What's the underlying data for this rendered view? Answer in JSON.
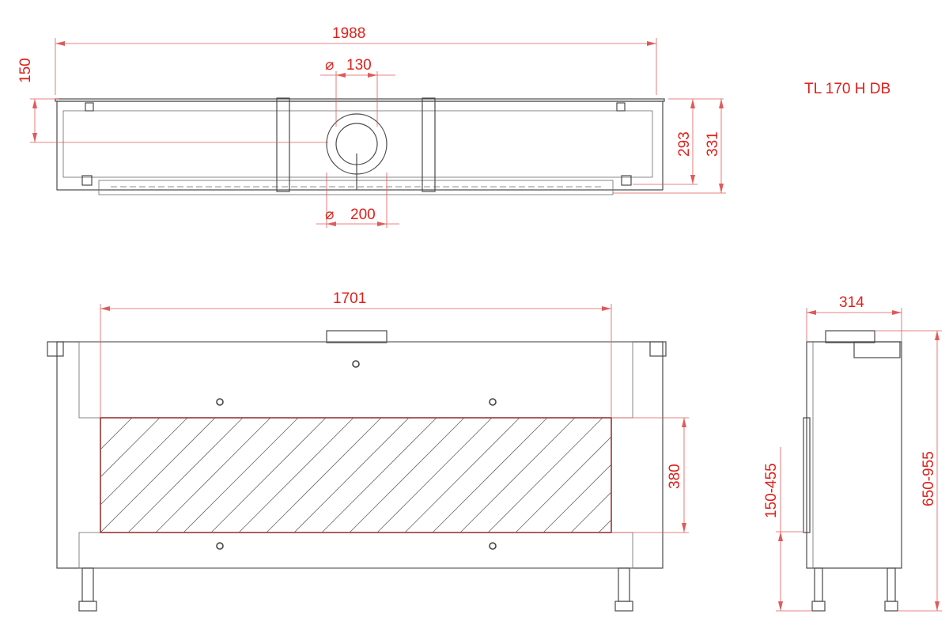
{
  "model_label": "TL 170 H DB",
  "colors": {
    "dimension": "#e0201a",
    "drawing": "#4a4a4a",
    "hatch_border": "#8b1a1a"
  },
  "top_view": {
    "width": "1988",
    "depth_left": "150",
    "flue_inner": "130",
    "flue_outer": "200",
    "depth_inner": "293",
    "depth_total": "331",
    "diameter_symbol": "⌀"
  },
  "front_view": {
    "glass_width": "1701",
    "glass_height": "380"
  },
  "side_view": {
    "depth": "314",
    "height_range": "650-955",
    "leg_range": "150-455"
  }
}
